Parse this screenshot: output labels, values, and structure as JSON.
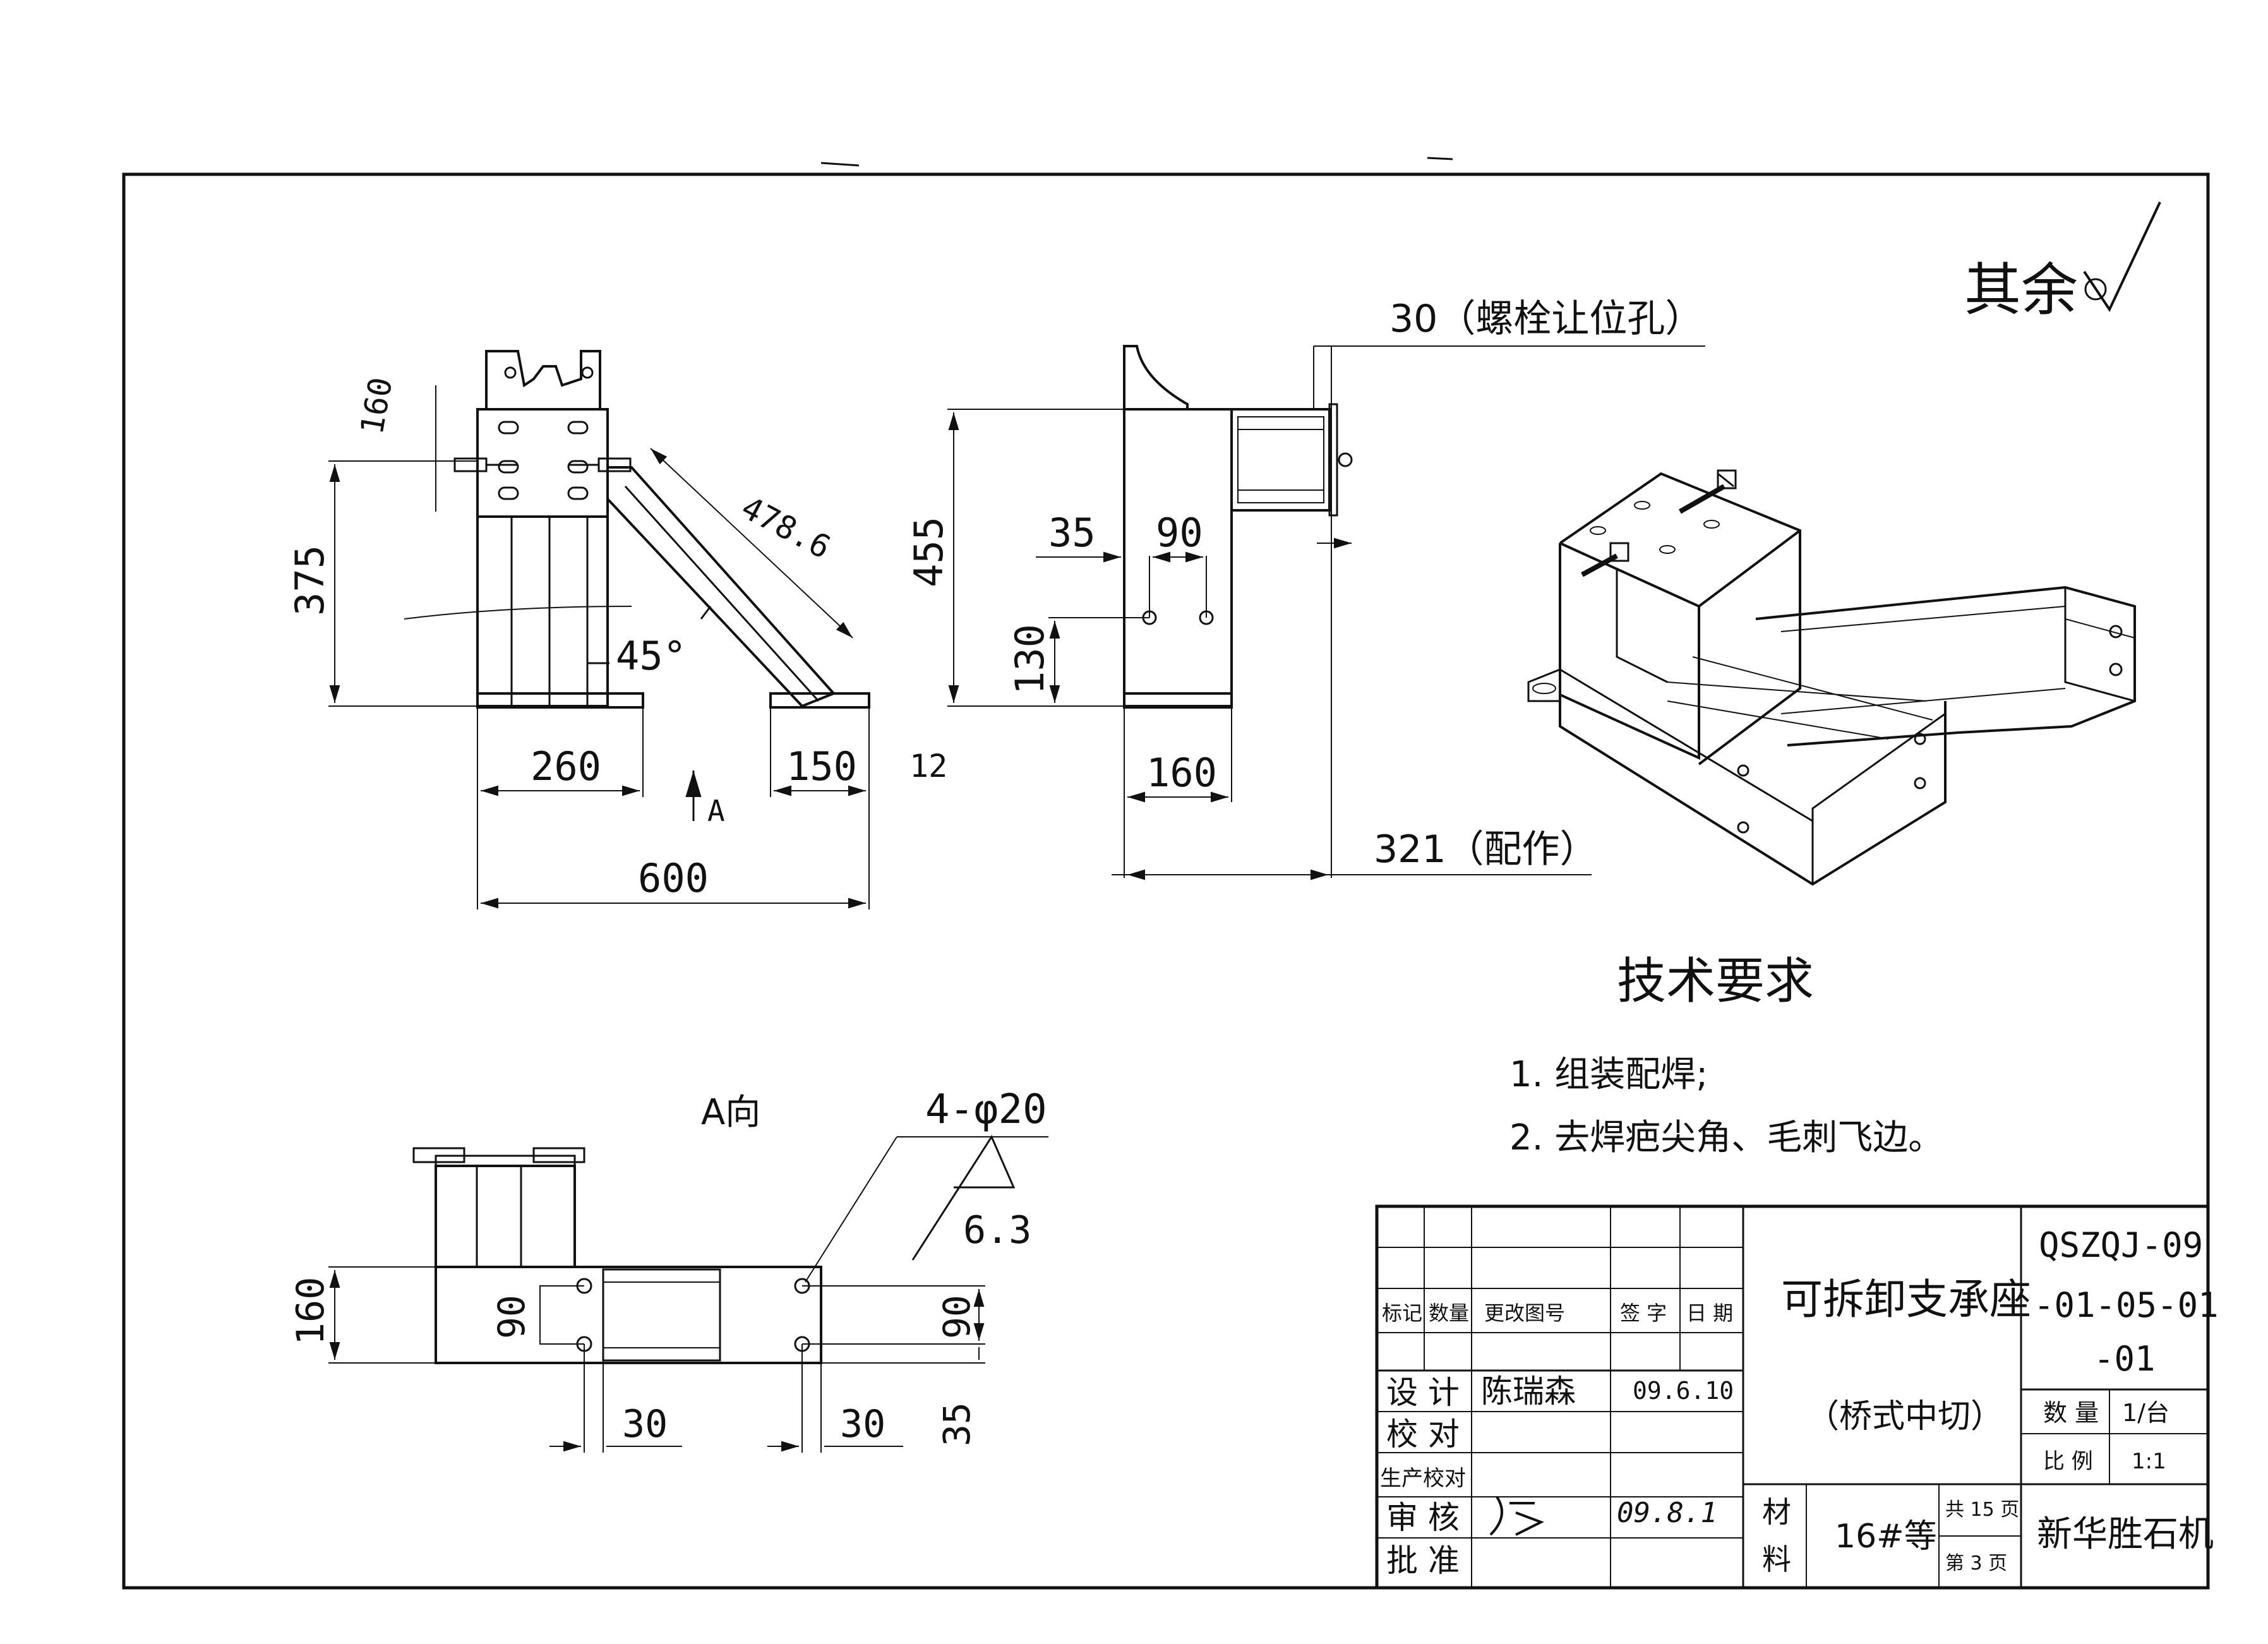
{
  "roughness_note": "其余",
  "dimensions": {
    "front": {
      "height": "375",
      "angle": "45°",
      "base_left": "260",
      "base_right": "150",
      "total_width": "600",
      "view_arrow": "A",
      "hand_marks": [
        "160",
        "478.6",
        "12"
      ]
    },
    "side": {
      "bolt_clearance": "30（螺栓让位孔）",
      "height": "455",
      "hole_offset": "35",
      "hole_spacing": "90",
      "hole_height": "130",
      "base_width": "160",
      "total_length": "321（配作）"
    },
    "view_a": {
      "title": "A向",
      "hole_callout": "4-φ20",
      "roughness": "6.3",
      "height": "160",
      "hole_spacing_left": "90",
      "hole_spacing_right": "90",
      "offset_left": "30",
      "offset_right": "30",
      "offset_35": "35"
    }
  },
  "tech_requirements": {
    "title": "技术要求",
    "items": [
      "1. 组装配焊;",
      "2. 去焊疤尖角、毛刺飞边。"
    ]
  },
  "title_block": {
    "headers": [
      "标记",
      "数量",
      "更改图号",
      "签 字",
      "日 期"
    ],
    "roles": [
      "设 计",
      "校 对",
      "生产校对",
      "审 核",
      "批 准"
    ],
    "designer": "陈瑞森",
    "design_date": "09.6.10",
    "review_date": "09.8.1",
    "part_name": "可拆卸支承座",
    "subtitle": "（桥式中切）",
    "drawing_no_1": "QSZQJ-09",
    "drawing_no_2": "-01-05-01",
    "drawing_no_3": "-01",
    "qty_label": "数 量",
    "qty_value": "1/台",
    "scale_label": "比 例",
    "scale_value": "1:1",
    "material_label_1": "材",
    "material_label_2": "料",
    "material": "16#等",
    "total_pages": "共 15 页",
    "page": "第 3 页",
    "company": "新华胜石机"
  }
}
